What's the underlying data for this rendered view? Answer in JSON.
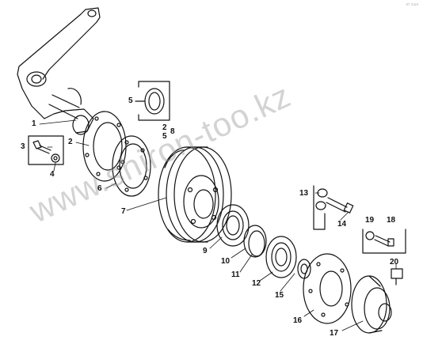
{
  "watermark": "www.shiron-too.kz",
  "corner_mark": "ат сша",
  "callouts": {
    "c1": "1",
    "c2": "2",
    "c3": "3",
    "c4": "4",
    "c5": "5",
    "c6": "6",
    "c7": "7",
    "c8_2": "2",
    "c8_5": "5",
    "c8_8": "8",
    "c9": "9",
    "c10": "10",
    "c11": "11",
    "c12": "12",
    "c13": "13",
    "c14": "14",
    "c15": "15",
    "c16": "16",
    "c17": "17",
    "c18": "18",
    "c19": "19",
    "c20": "20"
  }
}
